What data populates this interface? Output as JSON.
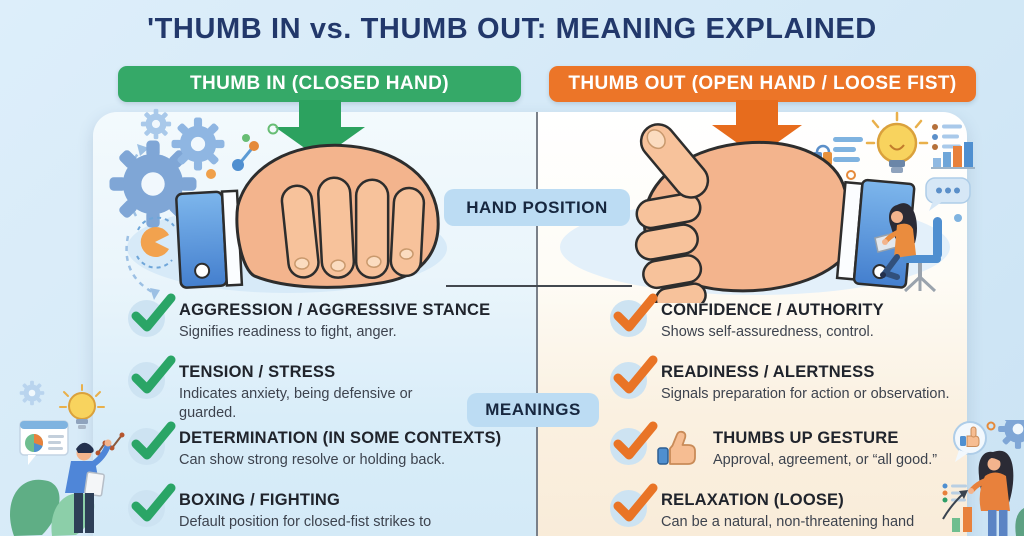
{
  "title": "'THUMB IN vs. THUMB OUT: MEANING EXPLAINED",
  "banners": {
    "left": "THUMB IN (CLOSED HAND)",
    "right": "THUMB OUT (OPEN HAND / LOOSE FIST)"
  },
  "center_labels": {
    "hand_position": "HAND POSITION",
    "meanings": "MEANINGS"
  },
  "columns": {
    "left": {
      "theme_color": "#35A968",
      "check_color": "#2AA566",
      "items": [
        {
          "title": "AGGRESSION / AGGRESSIVE STANCE",
          "desc": "Signifies readiness to fight, anger."
        },
        {
          "title": "TENSION / STRESS",
          "desc": "Indicates anxiety, being defensive or guarded."
        },
        {
          "title": "DETERMINATION (IN SOME CONTEXTS)",
          "desc": "Can show strong resolve or holding back."
        },
        {
          "title": "BOXING / FIGHTING",
          "desc": "Default position for closed-fist strikes to"
        }
      ]
    },
    "right": {
      "theme_color": "#EC7528",
      "check_color": "#E97426",
      "items": [
        {
          "title": "CONFIDENCE / AUTHORITY",
          "desc": "Shows self-assuredness, control."
        },
        {
          "title": "READINESS / ALERTNESS",
          "desc": "Signals preparation for action or observation."
        },
        {
          "title": "THUMBS UP GESTURE",
          "desc": "Approval, agreement, or “all good.”",
          "icon": "thumbs-up-icon"
        },
        {
          "title": "RELAXATION (LOOSE)",
          "desc": "Can be a natural, non-threatening hand"
        }
      ]
    }
  },
  "colors": {
    "title_navy": "#22386B",
    "banner_green": "#35A968",
    "banner_orange": "#EC7528",
    "label_pill_blue": "#BCDCF3",
    "left_panel_tint": "#D8ECF8",
    "right_panel_tint": "#FAEEDD",
    "background_blue": "#D4E9F7",
    "check_green": "#2AA566",
    "check_orange": "#E97426"
  },
  "decorations": {
    "left_panel": [
      "gear-icon",
      "dashed-arrow-icon",
      "closed-fist-illustration",
      "down-arrow-green-icon"
    ],
    "right_panel": [
      "down-arrow-orange-icon",
      "lightbulb-icon",
      "lock-icon",
      "text-lines-icon",
      "checklist-icon",
      "bar-chart-icon",
      "speech-bubble-icon",
      "loose-fist-illustration",
      "person-at-laptop-illustration"
    ],
    "bottom_left": [
      "gear-icon",
      "lightbulb-icon",
      "pie-chart-window-icon",
      "zigzag-line-icon",
      "presenter-person-illustration",
      "plant-leaves-icon"
    ],
    "bottom_right": [
      "gear-icon",
      "thumbs-up-bubble-icon",
      "checklist-icon",
      "growth-chart-icon",
      "person-illustration",
      "plant-leaves-icon"
    ]
  }
}
